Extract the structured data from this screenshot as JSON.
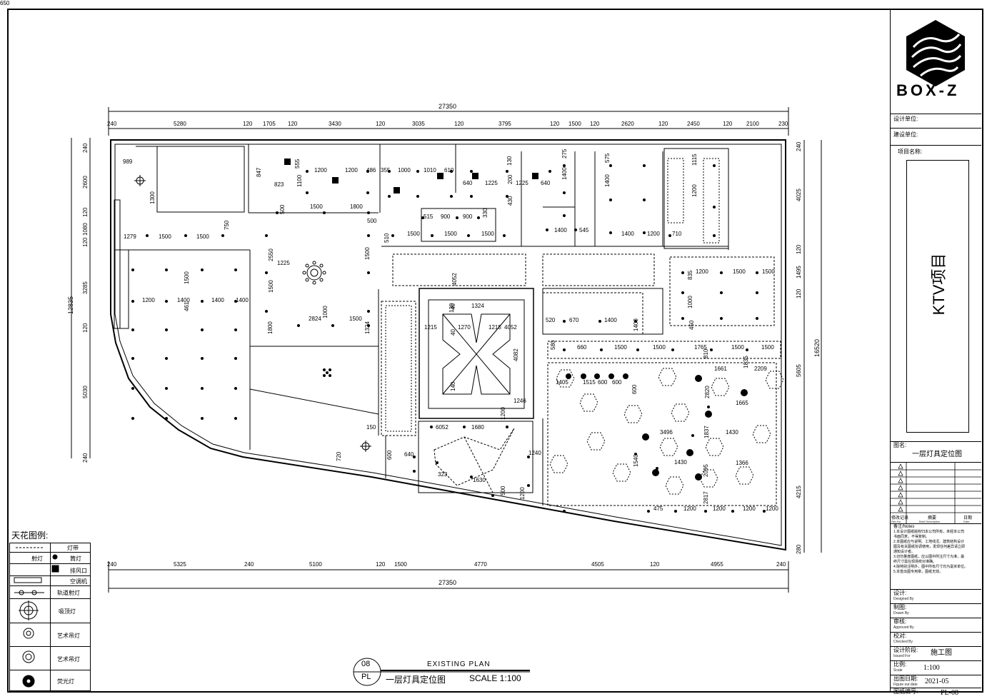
{
  "sheet": {
    "legend_title": "天花图例:",
    "legend_rows": [
      {
        "label_a": "------",
        "label_b": "灯带"
      },
      {
        "label_a": "射灯",
        "label_b": "筒灯"
      },
      {
        "label_a": "",
        "label_b": "排风口"
      },
      {
        "label_a": "",
        "label_b": "空调机"
      },
      {
        "label_a": "",
        "label_b": "轨道射灯"
      },
      {
        "label_a": "",
        "label_b": "吸顶灯"
      },
      {
        "label_a": "",
        "label_b": "艺术吊灯"
      },
      {
        "label_a": "",
        "label_b": "艺术吊灯"
      },
      {
        "label_a": "",
        "label_b": "荧光灯"
      }
    ],
    "plan_number": "08",
    "plan_code": "PL",
    "plan_label_en": "EXISTING PLAN",
    "plan_label_cn": "一层灯具定位图",
    "scale_label": "SCALE 1:100"
  },
  "titleblock": {
    "logo_text": "BOX-Z",
    "design_unit": "设计单位:",
    "client_unit": "建设单位:",
    "project_label": "项目名称:",
    "project_name": "KTV项目",
    "drawing_label": "图名:",
    "drawing_name": "一层灯具定位图",
    "rev_headers": [
      "修改记录",
      "摘要",
      "日期"
    ],
    "rev_headers_en": [
      "Rev.No.",
      "Brief Description",
      "Date"
    ],
    "notes_title": "备注/Notes",
    "notes": [
      "1.本设计图纸版权归本公司所有，未经本公司",
      "  书面同意，不得复制。",
      "2.本图纸应与说明、工地线况、建筑结构设计",
      "  图及有关图纸协调使用，发现任何差异请立即",
      "  通知设计者。",
      "3.切勿量度图纸，应以图中所注尺寸为准，最",
      "  终尺寸需在现场校对准确。",
      "4.除特别注明外，图中所有尺寸均为毫米单位。",
      "5.本签出图专用章，图纸无效。"
    ],
    "designed_label": "设计:",
    "designed_en": "Designed By",
    "drawn_label": "制图:",
    "drawn_en": "Drawn By",
    "approved_label": "审核:",
    "approved_en": "Approved By",
    "checked_label": "校对:",
    "checked_en": "Checked By",
    "stage_label": "设计阶段:",
    "stage_en": "Issued For",
    "stage_value": "施工图",
    "scale_label": "比例:",
    "scale_en": "Scale",
    "scale_value": "1:100",
    "date_label": "出图日期:",
    "date_en": "Figure out date",
    "date_value": "2021-05",
    "number_label": "图纸编号:",
    "number_value": "PL-08"
  },
  "dimensions": {
    "top_total": "27350",
    "top": [
      "240",
      "5280",
      "120",
      "1705",
      "120",
      "3430",
      "120",
      "3035",
      "120",
      "3795",
      "120",
      "1500",
      "120",
      "2620",
      "120",
      "2450",
      "120",
      "2100",
      "230"
    ],
    "bottom_total": "27350",
    "bottom": [
      "240",
      "5325",
      "240",
      "5100",
      "120",
      "1500",
      "4770",
      "4505",
      "120",
      "4955",
      "240"
    ],
    "left_total": "12835",
    "left": [
      "240",
      "2600",
      "120",
      "1080",
      "120",
      "3285",
      "120",
      "5030",
      "240"
    ],
    "right_total": "16520",
    "right": [
      "240",
      "4025",
      "120",
      "1495",
      "120",
      "5605",
      "4215",
      "280"
    ]
  },
  "interior_dims": [
    "989",
    "1300",
    "847",
    "823",
    "555",
    "1100",
    "1200",
    "1200",
    "486",
    "355",
    "1000",
    "1010",
    "610",
    "640",
    "1225",
    "1225",
    "640",
    "130",
    "200",
    "430",
    "275",
    "1400",
    "575",
    "1400",
    "1115",
    "1200",
    "500",
    "1500",
    "1800",
    "500",
    "330",
    "515",
    "900",
    "900",
    "750",
    "1279",
    "1500",
    "1500",
    "510",
    "1500",
    "1500",
    "1500",
    "1400",
    "545",
    "1400",
    "1200",
    "710",
    "1225",
    "2550",
    "1500",
    "1500",
    "1500",
    "1200",
    "1400",
    "1400",
    "1400",
    "461",
    "1200",
    "1500",
    "1500",
    "835",
    "1000",
    "1000",
    "2824",
    "1500",
    "1800",
    "1324",
    "1324",
    "1270",
    "1215",
    "1215",
    "4052",
    "4052",
    "40",
    "40",
    "130",
    "520",
    "670",
    "1400",
    "1400",
    "580",
    "450",
    "660",
    "1500",
    "1500",
    "1765",
    "1500",
    "1500",
    "810",
    "1661",
    "1835",
    "2209",
    "1405",
    "1515",
    "600",
    "600",
    "600",
    "4082",
    "1665",
    "2820",
    "1430",
    "3496",
    "1837",
    "1540",
    "1430",
    "2095",
    "1366",
    "2817",
    "1246",
    "140",
    "6052",
    "1680",
    "1200",
    "150",
    "600",
    "640",
    "720",
    "1240",
    "323",
    "1630",
    "1200",
    "475",
    "1200",
    "1200",
    "1200",
    "1200",
    "500",
    "650"
  ]
}
